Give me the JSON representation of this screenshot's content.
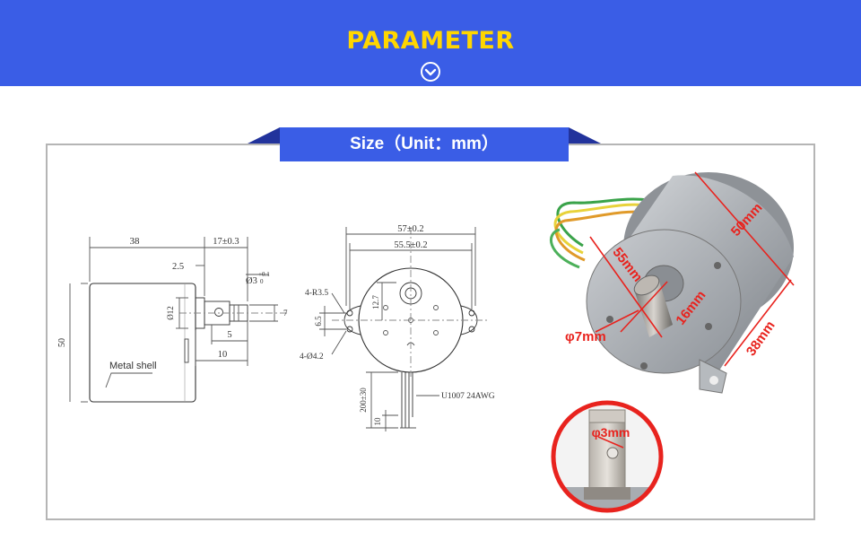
{
  "banner": {
    "title": "PARAMETER",
    "chevron_icon": "chevron-down-circle-icon"
  },
  "section": {
    "tab_label": "Size（Unit：mm）"
  },
  "side_view": {
    "dim_38": "38",
    "dim_17": "17±0.3",
    "dim_2_5": "2.5",
    "dim_shaft_d": "Ø3",
    "dim_shaft_tol_upper": "+0.1",
    "dim_shaft_tol_lower": "0",
    "dim_12": "Ø12",
    "dim_7": "7",
    "dim_5": "5",
    "dim_10": "10",
    "dim_50": "50",
    "metal_shell": "Metal shell"
  },
  "front_view": {
    "dim_57": "57±0.2",
    "dim_55_5": "55.5±0.2",
    "dim_r3_5": "4-R3.5",
    "dim_12_7": "12.7",
    "dim_6_5": "6.5",
    "dim_hole": "4-Ø4.2",
    "dim_200": "200±30",
    "dim_lead_10": "10",
    "wire_spec": "U1007 24AWG"
  },
  "photo": {
    "label_50": "50mm",
    "label_55": "55mm",
    "label_16": "16mm",
    "label_38": "38mm",
    "label_7": "φ7mm",
    "label_3": "φ3mm"
  }
}
